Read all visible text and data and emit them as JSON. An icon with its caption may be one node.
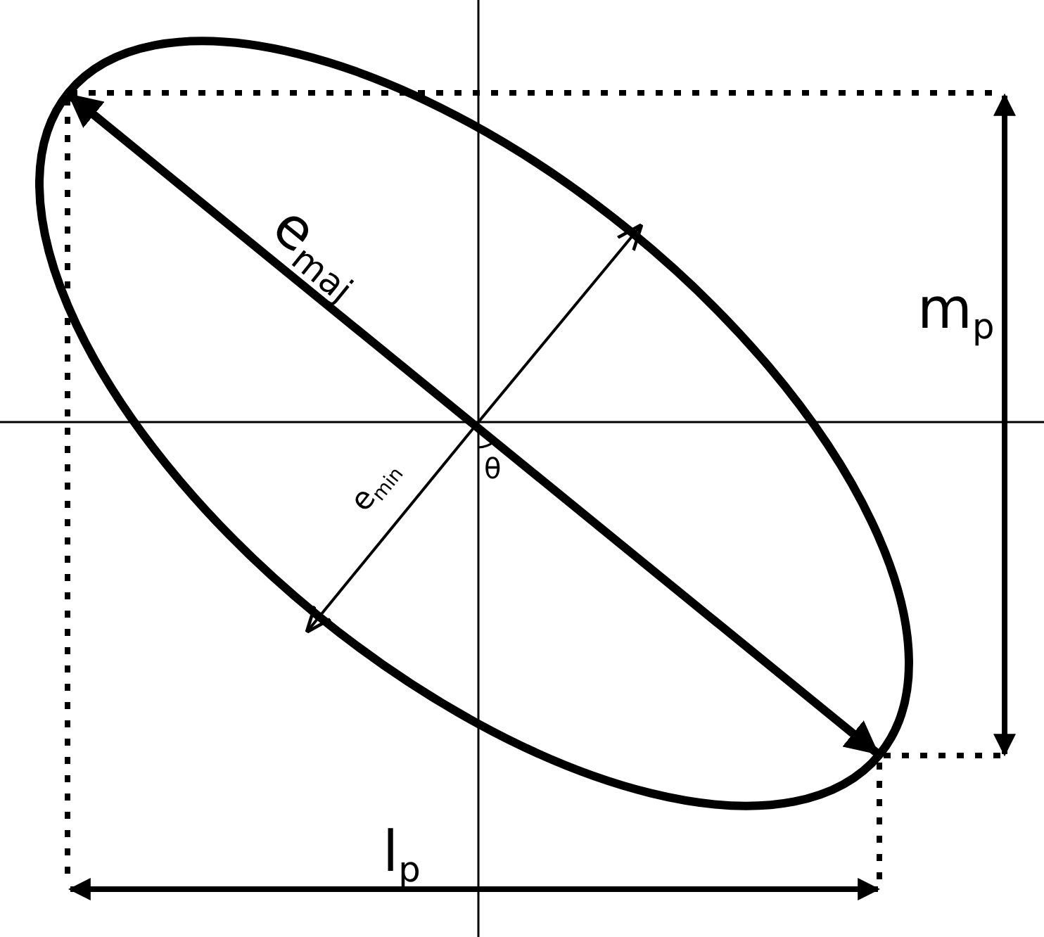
{
  "diagram": {
    "labels": [
      "e$_{maj}$",
      "e$_{min}$",
      "θ",
      "m$_{p}$",
      "l$_{p}$"
    ]
  }
}
